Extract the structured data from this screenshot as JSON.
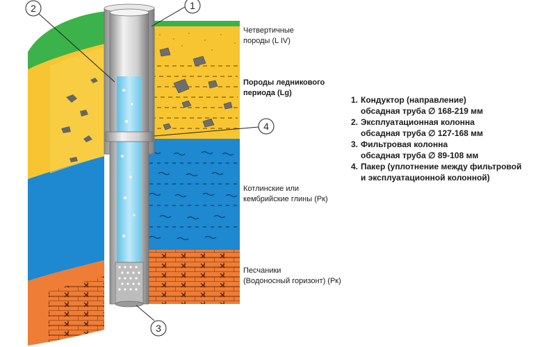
{
  "layers": [
    {
      "id": "quaternary",
      "line1": "Четвертичные",
      "line2": "породы (L IV)",
      "bold": false
    },
    {
      "id": "glacial",
      "line1": "Породы ледникового",
      "line2": "периода (Lg)",
      "bold": true
    },
    {
      "id": "kotlin",
      "line1": "Котлинские или",
      "line2": "кембрийские глины  (Pк)",
      "bold": false
    },
    {
      "id": "sandstone",
      "line1": "Песчаники",
      "line2": "(Водоносный горизонт) (Pк)",
      "bold": false
    }
  ],
  "legend": [
    {
      "num": "1.",
      "line1": "Кондуктор (направление)",
      "line2": "обсадная труба ∅ 168-219 мм"
    },
    {
      "num": "2.",
      "line1": "Эксплуатационная колонна",
      "line2": "обсадная труба ∅ 127-168 мм"
    },
    {
      "num": "3.",
      "line1": "Фильтровая колонна",
      "line2": "обсадная труба ∅ 89-108 мм"
    },
    {
      "num": "4.",
      "line1": "Пакер (уплотнение между фильтровой",
      "line2": "и эксплуатационной колонной)"
    }
  ],
  "callouts": [
    "1",
    "2",
    "3",
    "4"
  ],
  "colors": {
    "grass": "#3cb34a",
    "sand": "#f7c531",
    "clay": "#1e88d0",
    "sandstone": "#ef7d35",
    "water": "#9fdcf2",
    "pipe": "#c9c9c9"
  }
}
